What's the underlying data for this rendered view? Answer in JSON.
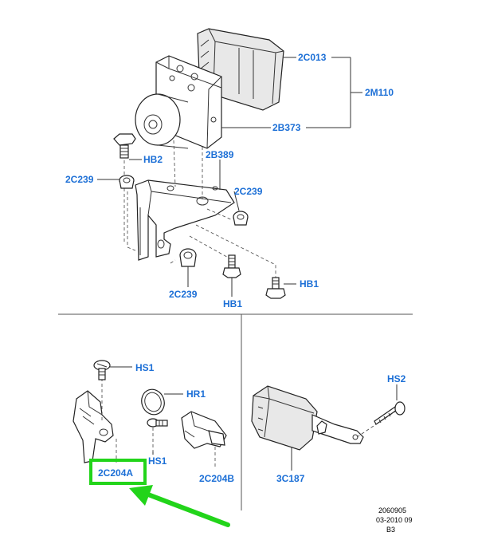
{
  "labels": {
    "c2c013": "2C013",
    "m2m110": "2M110",
    "b2b373": "2B373",
    "hb2": "HB2",
    "b2b389": "2B389",
    "c2c239_left": "2C239",
    "c2c239_right": "2C239",
    "c2c239_bottom": "2C239",
    "hb1_center": "HB1",
    "hb1_right": "HB1",
    "hs1_top": "HS1",
    "hr1": "HR1",
    "hs1_bottom": "HS1",
    "c2c204a": "2C204A",
    "c2c204b": "2C204B",
    "c3c187": "3C187",
    "hs2": "HS2"
  },
  "footer": {
    "line1": "2060905",
    "line2": "03-2010 09",
    "line3": "B3"
  },
  "colors": {
    "label": "#1c6fd6",
    "highlight": "#22d41a",
    "line": "#333333"
  }
}
